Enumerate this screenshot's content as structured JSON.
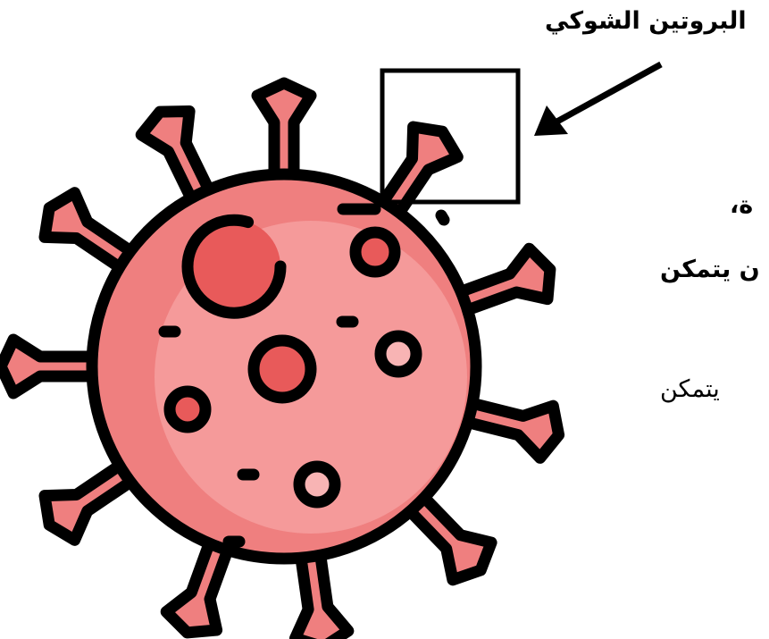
{
  "callout": {
    "label": "البروتين الشوكي"
  },
  "side_text": {
    "line1": "ة،",
    "line2": "ن يتمكن",
    "line3": "يتمكن"
  },
  "colors": {
    "outline": "#000000",
    "body_light": "#f59a9a",
    "body_mid": "#ef7f7f",
    "spot_dark": "#e85a5a",
    "spot_light": "#f8b4b4",
    "background": "#ffffff"
  },
  "icons": {
    "virus": "coronavirus-illustration",
    "arrow": "arrow-pointer"
  }
}
